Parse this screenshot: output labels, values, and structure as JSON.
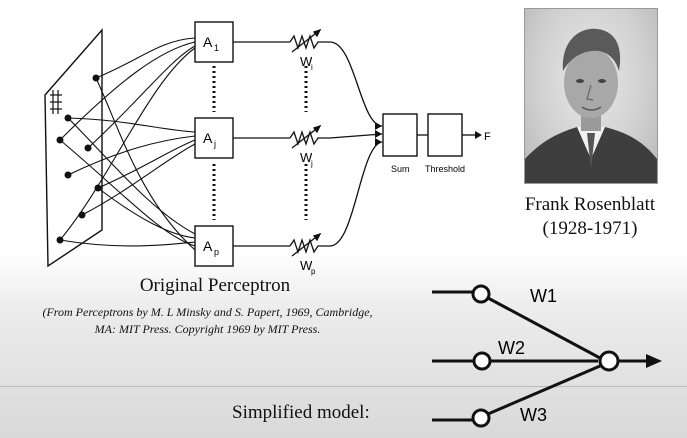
{
  "diagram": {
    "association_units": [
      "A",
      "A",
      "A"
    ],
    "association_subscripts": [
      "1",
      "j",
      "p"
    ],
    "weights": [
      "W",
      "W",
      "W"
    ],
    "weight_subscripts": [
      "i",
      "j",
      "p"
    ],
    "sum_label": "Sum",
    "threshold_label": "Threshold",
    "output_label": "F"
  },
  "labels": {
    "diagram_caption": "Original Perceptron",
    "citation": "(From Perceptrons by M. L Minsky and S. Papert, 1969, Cambridge, MA: MIT Press. Copyright 1969 by MIT Press.",
    "person_name": "Frank Rosenblatt",
    "person_years": "(1928-1971)",
    "simplified_heading": "Simplified model:"
  },
  "simplified_model": {
    "weights": [
      "W1",
      "W2",
      "W3"
    ]
  },
  "colors": {
    "ink": "#111111",
    "photo_bg": "#cfcfcf"
  }
}
